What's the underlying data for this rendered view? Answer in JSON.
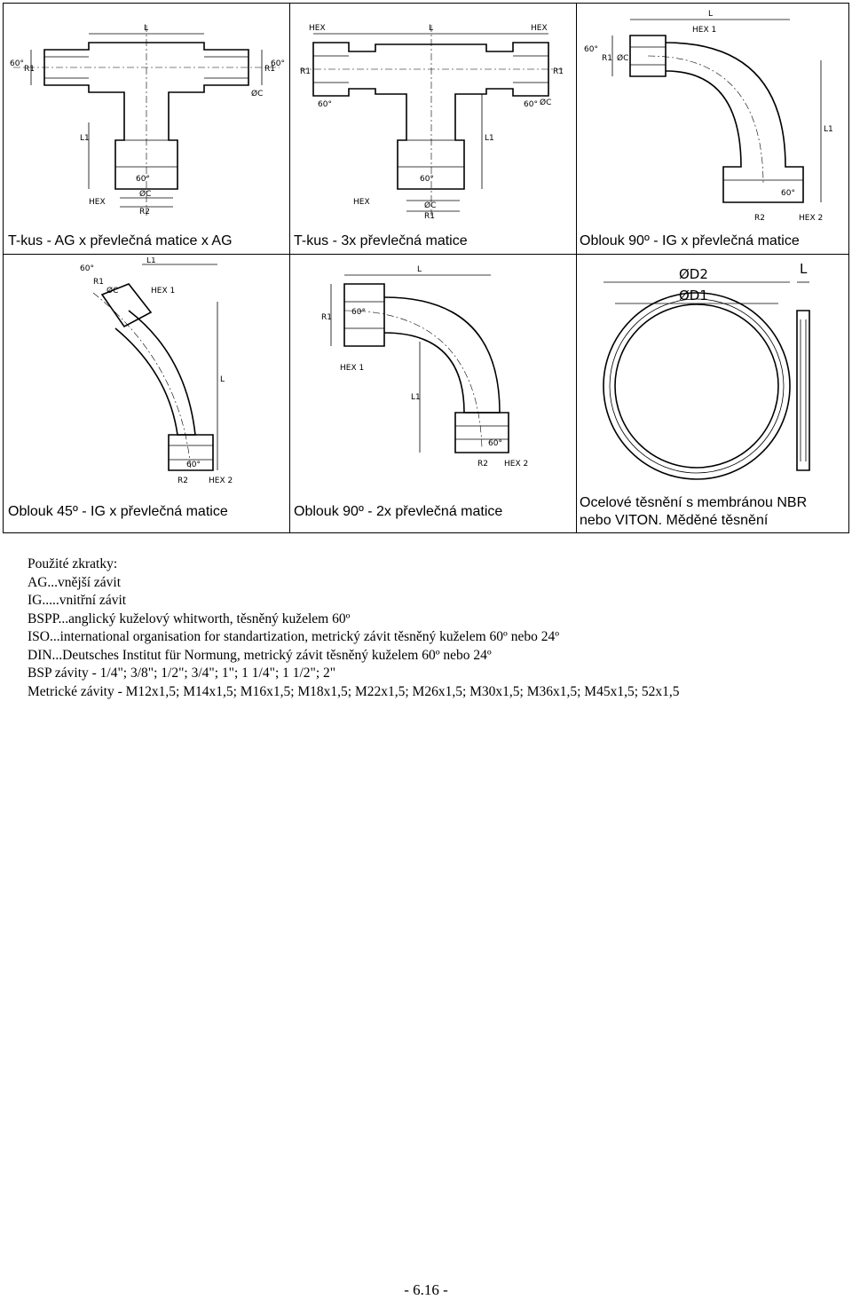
{
  "drawings": [
    {
      "caption": "T-kus - AG x převlečná matice x AG",
      "labels": {
        "l": "L",
        "l1": "L1",
        "r1": "R1",
        "r1b": "R1",
        "oc": "ØC",
        "oc2": "ØC",
        "r2": "R2",
        "hex": "HEX",
        "a60": "60°",
        "a60b": "60°",
        "a60c": "60°"
      }
    },
    {
      "caption": "T-kus - 3x převlečná matice",
      "labels": {
        "l": "L",
        "l1": "L1",
        "hex1": "HEX",
        "hex2": "HEX",
        "hex3": "HEX",
        "r1": "R1",
        "r1b": "R1",
        "r1c": "R1",
        "oc": "ØC",
        "oc2": "ØC",
        "a60": "60°",
        "a60b": "60°",
        "a60c": "60°"
      }
    },
    {
      "caption": "Oblouk 90º - IG x převlečná matice",
      "labels": {
        "l": "L",
        "l1": "L1",
        "hex1": "HEX 1",
        "hex2": "HEX 2",
        "r1": "R1",
        "r2": "R2",
        "oc": "ØC",
        "a60": "60°",
        "a60b": "60°"
      }
    },
    {
      "caption": "Oblouk 45º - IG x převlečná matice",
      "labels": {
        "l": "L",
        "l1": "L1",
        "hex1": "HEX 1",
        "hex2": "HEX 2",
        "r1": "R1",
        "r2": "R2",
        "oc": "ØC",
        "a60": "60°",
        "a60b": "60°"
      }
    },
    {
      "caption": "Oblouk 90º - 2x převlečná matice",
      "labels": {
        "l": "L",
        "l1": "L1",
        "hex1": "HEX 1",
        "hex2": "HEX 2",
        "r1": "R1",
        "r2": "R2",
        "a60": "60°",
        "a60b": "60°"
      }
    },
    {
      "caption_line1": "Ocelové těsnění s membránou NBR",
      "caption_line2": "nebo VITON.  Měděné těsnění",
      "labels": {
        "d2": "ØD2",
        "d1": "ØD1",
        "l": "L"
      }
    }
  ],
  "legend": [
    "Použité zkratky:",
    "AG...vnější závit",
    "IG.....vnitřní závit",
    "BSPP...anglický kuželový whitworth, těsněný kuželem 60º",
    "ISO...international organisation for standartization, metrický závit těsněný kuželem 60º nebo 24º",
    "DIN...Deutsches Institut für Normung, metrický závit těsněný kuželem 60º nebo 24º",
    "BSP závity - 1/4\"; 3/8\"; 1/2\"; 3/4\"; 1\"; 1 1/4\"; 1 1/2\"; 2\"",
    "Metrické závity - M12x1,5; M14x1,5; M16x1,5; M18x1,5; M22x1,5; M26x1,5; M30x1,5; M36x1,5; M45x1,5; 52x1,5"
  ],
  "page_number": "- 6.16 -"
}
